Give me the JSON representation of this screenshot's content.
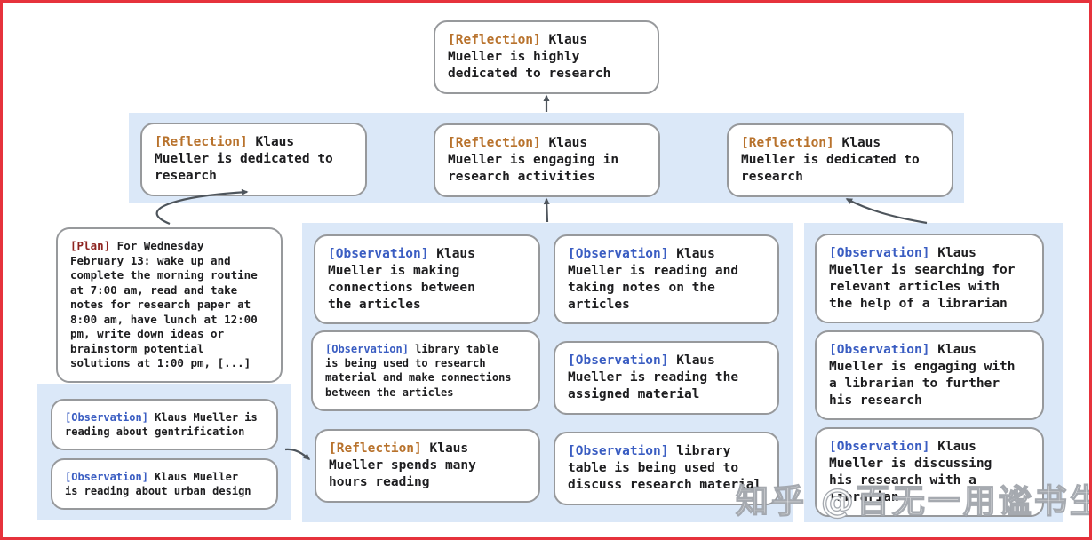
{
  "watermark": "知乎 @百无一用谧书生",
  "colors": {
    "frame": "#e6323c",
    "band": "#dbe8f8",
    "box_border": "#97999c",
    "reflection_tag": "#b8722c",
    "plan_tag": "#8e2420",
    "observation_tag": "#3a5dc2",
    "arrow": "#4e555c",
    "text": "#1d1d1f"
  },
  "nodes": {
    "root": {
      "tag": "[Reflection]",
      "text": " Klaus\nMueller is highly\ndedicated to research"
    },
    "level2": [
      {
        "tag": "[Reflection]",
        "text": " Klaus\nMueller is dedicated to\nresearch"
      },
      {
        "tag": "[Reflection]",
        "text": " Klaus\nMueller is engaging in\nresearch activities"
      },
      {
        "tag": "[Reflection]",
        "text": " Klaus\nMueller is dedicated to\nresearch"
      }
    ],
    "plan": {
      "tag": "[Plan]",
      "text": " For Wednesday\nFebruary 13: wake up and\ncomplete the morning routine\nat 7:00 am, read and take\nnotes for research paper at\n8:00 am, have lunch at 12:00\npm, write down ideas or\nbrainstorm potential\nsolutions at 1:00 pm, [...]"
    },
    "left_observations": [
      {
        "tag": "[Observation]",
        "text": " Klaus Mueller is\nreading about gentrification"
      },
      {
        "tag": "[Observation]",
        "text": " Klaus Mueller\nis reading about urban design"
      }
    ],
    "middle_col1": [
      {
        "tag": "[Observation]",
        "text": " Klaus\nMueller is making\nconnections between\nthe articles"
      },
      {
        "tag": "[Observation]",
        "text": " library table\nis being used to research\nmaterial and make connections\nbetween the articles"
      },
      {
        "tag": "[Reflection]",
        "text": " Klaus\nMueller spends many\nhours reading"
      }
    ],
    "middle_col2": [
      {
        "tag": "[Observation]",
        "text": " Klaus\nMueller is reading and\ntaking notes on the\narticles"
      },
      {
        "tag": "[Observation]",
        "text": " Klaus\nMueller is reading the\nassigned material"
      },
      {
        "tag": "[Observation]",
        "text": " library\ntable is being used to\ndiscuss research material"
      }
    ],
    "right_col": [
      {
        "tag": "[Observation]",
        "text": " Klaus\nMueller is searching for\nrelevant articles with\nthe help of a librarian"
      },
      {
        "tag": "[Observation]",
        "text": " Klaus\nMueller is engaging with\na librarian to further\nhis research"
      },
      {
        "tag": "[Observation]",
        "text": " Klaus\nMueller is discussing\nhis research with a\nlibrarian"
      }
    ]
  }
}
